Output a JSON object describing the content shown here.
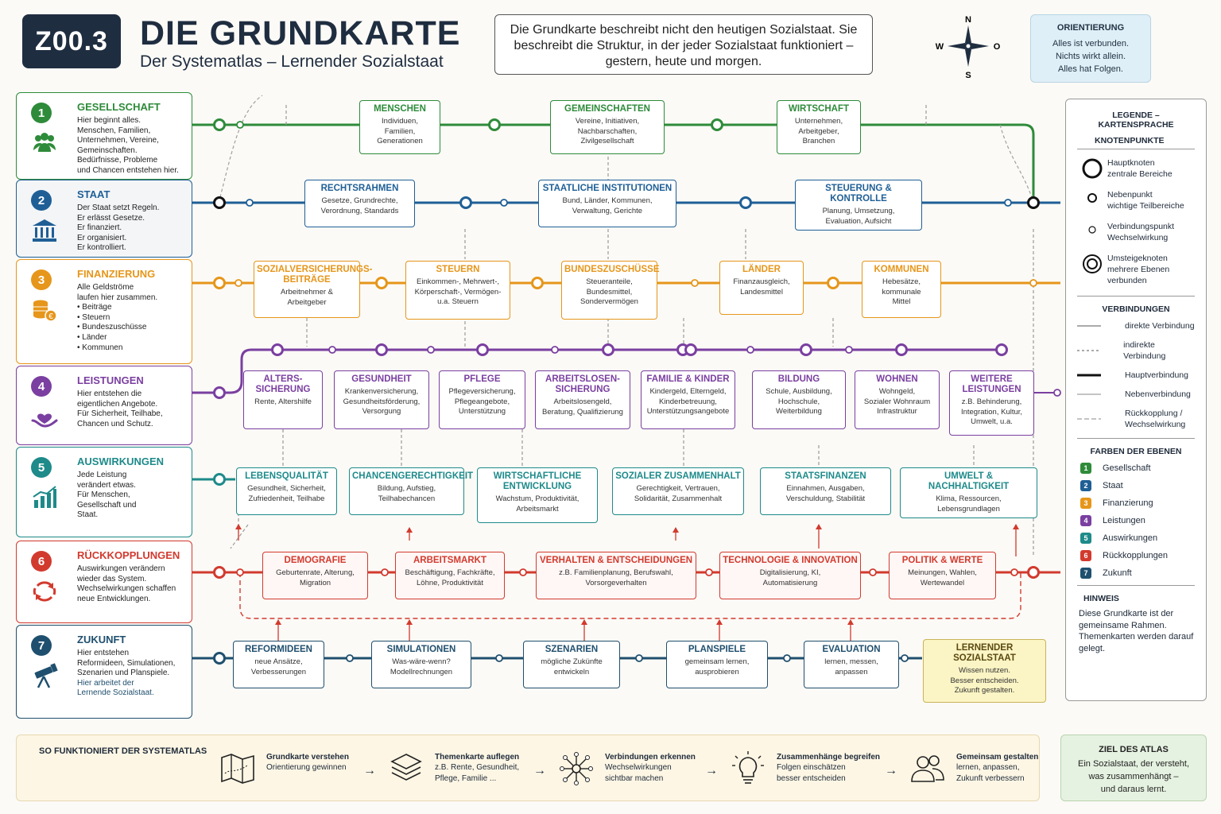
{
  "header": {
    "logo": "Z00.3",
    "title": "DIE GRUNDKARTE",
    "subtitle": "Der Systematlas – Lernender Sozialstaat",
    "intro": "Die Grundkarte beschreibt nicht den heutigen Sozialstaat. Sie beschreibt die Struktur, in der jeder Sozialstaat funktioniert – gestern, heute und morgen.",
    "compass": {
      "n": "N",
      "s": "S",
      "w": "W",
      "o": "O"
    },
    "orientation": {
      "title": "ORIENTIERUNG",
      "lines": [
        "Alles ist verbunden.",
        "Nichts wirkt allein.",
        "Alles hat Folgen."
      ]
    }
  },
  "colors": {
    "gesellschaft": "#2e8b3a",
    "staat": "#1f5f96",
    "finanzierung": "#e6961a",
    "leistungen": "#7a3fa0",
    "auswirkungen": "#1e8a8a",
    "rueckkopplungen": "#d23a2e",
    "zukunft": "#1f4f6e"
  },
  "levels": [
    {
      "num": "1",
      "title": "GESELLSCHAFT",
      "desc": "Hier beginnt alles.\nMenschen, Familien,\nUnternehmen, Vereine,\nGemeinschaften.",
      "desc2": "Bedürfnisse, Probleme\nund Chancen entstehen hier.",
      "icon": "people-icon"
    },
    {
      "num": "2",
      "title": "STAAT",
      "desc": "Der Staat setzt Regeln.\nEr erlässt Gesetze.\nEr finanziert.\nEr organisiert.\nEr kontrolliert.",
      "desc2": "",
      "icon": "government-building-icon"
    },
    {
      "num": "3",
      "title": "FINANZIERUNG",
      "desc": "Alle Geldströme\nlaufen hier zusammen.\n• Beiträge\n• Steuern\n• Bundeszuschüsse\n• Länder\n• Kommunen",
      "desc2": "",
      "icon": "coins-icon"
    },
    {
      "num": "4",
      "title": "LEISTUNGEN",
      "desc": "Hier entstehen die\neigentlichen Angebote.",
      "desc2": "Für Sicherheit, Teilhabe,\nChancen und Schutz.",
      "icon": "hand-heart-icon"
    },
    {
      "num": "5",
      "title": "AUSWIRKUNGEN",
      "desc": "Jede Leistung\nverändert etwas.\nFür Menschen,\nGesellschaft und\nStaat.",
      "desc2": "",
      "icon": "bar-chart-icon"
    },
    {
      "num": "6",
      "title": "RÜCKKOPPLUNGEN",
      "desc": "Auswirkungen verändern\nwieder das System.\nWechselwirkungen schaffen\nneue Entwicklungen.",
      "desc2": "",
      "icon": "cycle-arrows-icon"
    },
    {
      "num": "7",
      "title": "ZUKUNFT",
      "desc": "Hier entstehen\nReformideen, Simulationen,\nSzenarien und Planspiele.",
      "desc2": "Hier arbeitet der\nLernende Sozialstaat.",
      "icon": "telescope-icon"
    }
  ],
  "nodes": {
    "gesellschaft": [
      {
        "title": "MENSCHEN",
        "desc": "Individuen,\nFamilien,\nGenerationen"
      },
      {
        "title": "GEMEINSCHAFTEN",
        "desc": "Vereine, Initiativen,\nNachbarschaften,\nZivilgesellschaft"
      },
      {
        "title": "WIRTSCHAFT",
        "desc": "Unternehmen,\nArbeitgeber,\nBranchen"
      }
    ],
    "staat": [
      {
        "title": "RECHTSRAHMEN",
        "desc": "Gesetze, Grundrechte,\nVerordnung, Standards"
      },
      {
        "title": "STAATLICHE INSTITUTIONEN",
        "desc": "Bund, Länder, Kommunen,\nVerwaltung, Gerichte"
      },
      {
        "title": "STEUERUNG & KONTROLLE",
        "desc": "Planung, Umsetzung,\nEvaluation, Aufsicht"
      }
    ],
    "finanzierung": [
      {
        "title": "SOZIALVERSICHERUNGS-\nBEITRÄGE",
        "desc": "Arbeitnehmer &\nArbeitgeber"
      },
      {
        "title": "STEUERN",
        "desc": "Einkommen-, Mehrwert-,\nKörperschaft-, Vermögen-\nu.a. Steuern"
      },
      {
        "title": "BUNDESZUSCHÜSSE",
        "desc": "Steueranteile,\nBundesmittel,\nSondervermögen"
      },
      {
        "title": "LÄNDER",
        "desc": "Finanzausgleich,\nLandesmittel"
      },
      {
        "title": "KOMMUNEN",
        "desc": "Hebesätze,\nkommunale\nMittel"
      }
    ],
    "leistungen": [
      {
        "title": "ALTERS-\nSICHERUNG",
        "desc": "Rente, Altershilfe"
      },
      {
        "title": "GESUNDHEIT",
        "desc": "Krankenversicherung,\nGesundheitsförderung,\nVersorgung"
      },
      {
        "title": "PFLEGE",
        "desc": "Pflegeversicherung,\nPflegeangebote,\nUnterstützung"
      },
      {
        "title": "ARBEITSLOSEN-\nSICHERUNG",
        "desc": "Arbeitslosengeld,\nBeratung, Qualifizierung"
      },
      {
        "title": "FAMILIE & KINDER",
        "desc": "Kindergeld, Elterngeld,\nKinderbetreuung,\nUnterstützungsangebote"
      },
      {
        "title": "BILDUNG",
        "desc": "Schule, Ausbildung,\nHochschule,\nWeiterbildung"
      },
      {
        "title": "WOHNEN",
        "desc": "Wohngeld,\nSozialer Wohnraum\nInfrastruktur"
      },
      {
        "title": "WEITERE\nLEISTUNGEN",
        "desc": "z.B. Behinderung,\nIntegration, Kultur,\nUmwelt, u.a."
      }
    ],
    "auswirkungen": [
      {
        "title": "LEBENSQUALITÄT",
        "desc": "Gesundheit, Sicherheit,\nZufriedenheit, Teilhabe"
      },
      {
        "title": "CHANCENGERECHTIGKEIT",
        "desc": "Bildung, Aufstieg,\nTeilhabechancen"
      },
      {
        "title": "WIRTSCHAFTLICHE\nENTWICKLUNG",
        "desc": "Wachstum, Produktivität,\nArbeitsmarkt"
      },
      {
        "title": "SOZIALER ZUSAMMENHALT",
        "desc": "Gerechtigkeit, Vertrauen,\nSolidarität, Zusammenhalt"
      },
      {
        "title": "STAATSFINANZEN",
        "desc": "Einnahmen, Ausgaben,\nVerschuldung, Stabilität"
      },
      {
        "title": "UMWELT & NACHHALTIGKEIT",
        "desc": "Klima, Ressourcen,\nLebensgrundlagen"
      }
    ],
    "rueckkopplungen": [
      {
        "title": "DEMOGRAFIE",
        "desc": "Geburtenrate, Alterung,\nMigration"
      },
      {
        "title": "ARBEITSMARKT",
        "desc": "Beschäftigung, Fachkräfte,\nLöhne, Produktivität"
      },
      {
        "title": "VERHALTEN & ENTSCHEIDUNGEN",
        "desc": "z.B. Familienplanung, Berufswahl,\nVorsorgeverhalten"
      },
      {
        "title": "TECHNOLOGIE & INNOVATION",
        "desc": "Digitalisierung, KI,\nAutomatisierung"
      },
      {
        "title": "POLITIK & WERTE",
        "desc": "Meinungen, Wahlen,\nWertewandel"
      }
    ],
    "zukunft": [
      {
        "title": "REFORMIDEEN",
        "desc": "neue Ansätze,\nVerbesserungen"
      },
      {
        "title": "SIMULATIONEN",
        "desc": "Was-wäre-wenn?\nModellrechnungen"
      },
      {
        "title": "SZENARIEN",
        "desc": "mögliche Zukünfte\nentwickeln"
      },
      {
        "title": "PLANSPIELE",
        "desc": "gemeinsam lernen,\nausprobieren"
      },
      {
        "title": "EVALUATION",
        "desc": "lernen, messen,\nanpassen"
      },
      {
        "title": "LERNENDER SOZIALSTAAT",
        "desc": "Wissen nutzen.\nBesser entscheiden.\nZukunft gestalten."
      }
    ]
  },
  "legend": {
    "title": "LEGENDE – KARTENSPRACHE",
    "nodes_title": "KNOTENPUNKTE",
    "node_types": [
      {
        "label": "Hauptknoten\nzentrale Bereiche"
      },
      {
        "label": "Nebenpunkt\nwichtige Teilbereiche"
      },
      {
        "label": "Verbindungspunkt\nWechselwirkung"
      },
      {
        "label": "Umsteigeknoten\nmehrere Ebenen\nverbunden"
      }
    ],
    "connections_title": "VERBINDUNGEN",
    "connections": [
      {
        "label": "direkte Verbindung"
      },
      {
        "label": "indirekte Verbindung"
      },
      {
        "label": "Hauptverbindung"
      },
      {
        "label": "Nebenverbindung"
      },
      {
        "label": "Rückkopplung /\nWechselwirkung"
      }
    ],
    "colors_title": "FARBEN DER EBENEN",
    "color_items": [
      "Gesellschaft",
      "Staat",
      "Finanzierung",
      "Leistungen",
      "Auswirkungen",
      "Rückkopplungen",
      "Zukunft"
    ],
    "hint_title": "HINWEIS",
    "hint": "Diese Grundkarte ist der gemeinsame Rahmen. Themenkarten werden darauf gelegt."
  },
  "howto": {
    "title": "SO FUNKTIONIERT DER SYSTEMATLAS",
    "steps": [
      {
        "title": "Grundkarte verstehen",
        "desc": "Orientierung gewinnen",
        "icon": "map-icon"
      },
      {
        "title": "Themenkarte auflegen",
        "desc": "z.B. Rente, Gesundheit,\nPflege, Familie ...",
        "icon": "layers-icon"
      },
      {
        "title": "Verbindungen erkennen",
        "desc": "Wechselwirkungen\nsichtbar machen",
        "icon": "network-icon"
      },
      {
        "title": "Zusammenhänge begreifen",
        "desc": "Folgen einschätzen\nbesser entscheiden",
        "icon": "lightbulb-icon"
      },
      {
        "title": "Gemeinsam gestalten",
        "desc": "lernen, anpassen,\nZukunft verbessern",
        "icon": "people-outline-icon"
      }
    ],
    "arrow": "→"
  },
  "goal": {
    "title": "ZIEL DES ATLAS",
    "text": "Ein Sozialstaat, der versteht,\nwas zusammenhängt –\nund daraus lernt."
  }
}
